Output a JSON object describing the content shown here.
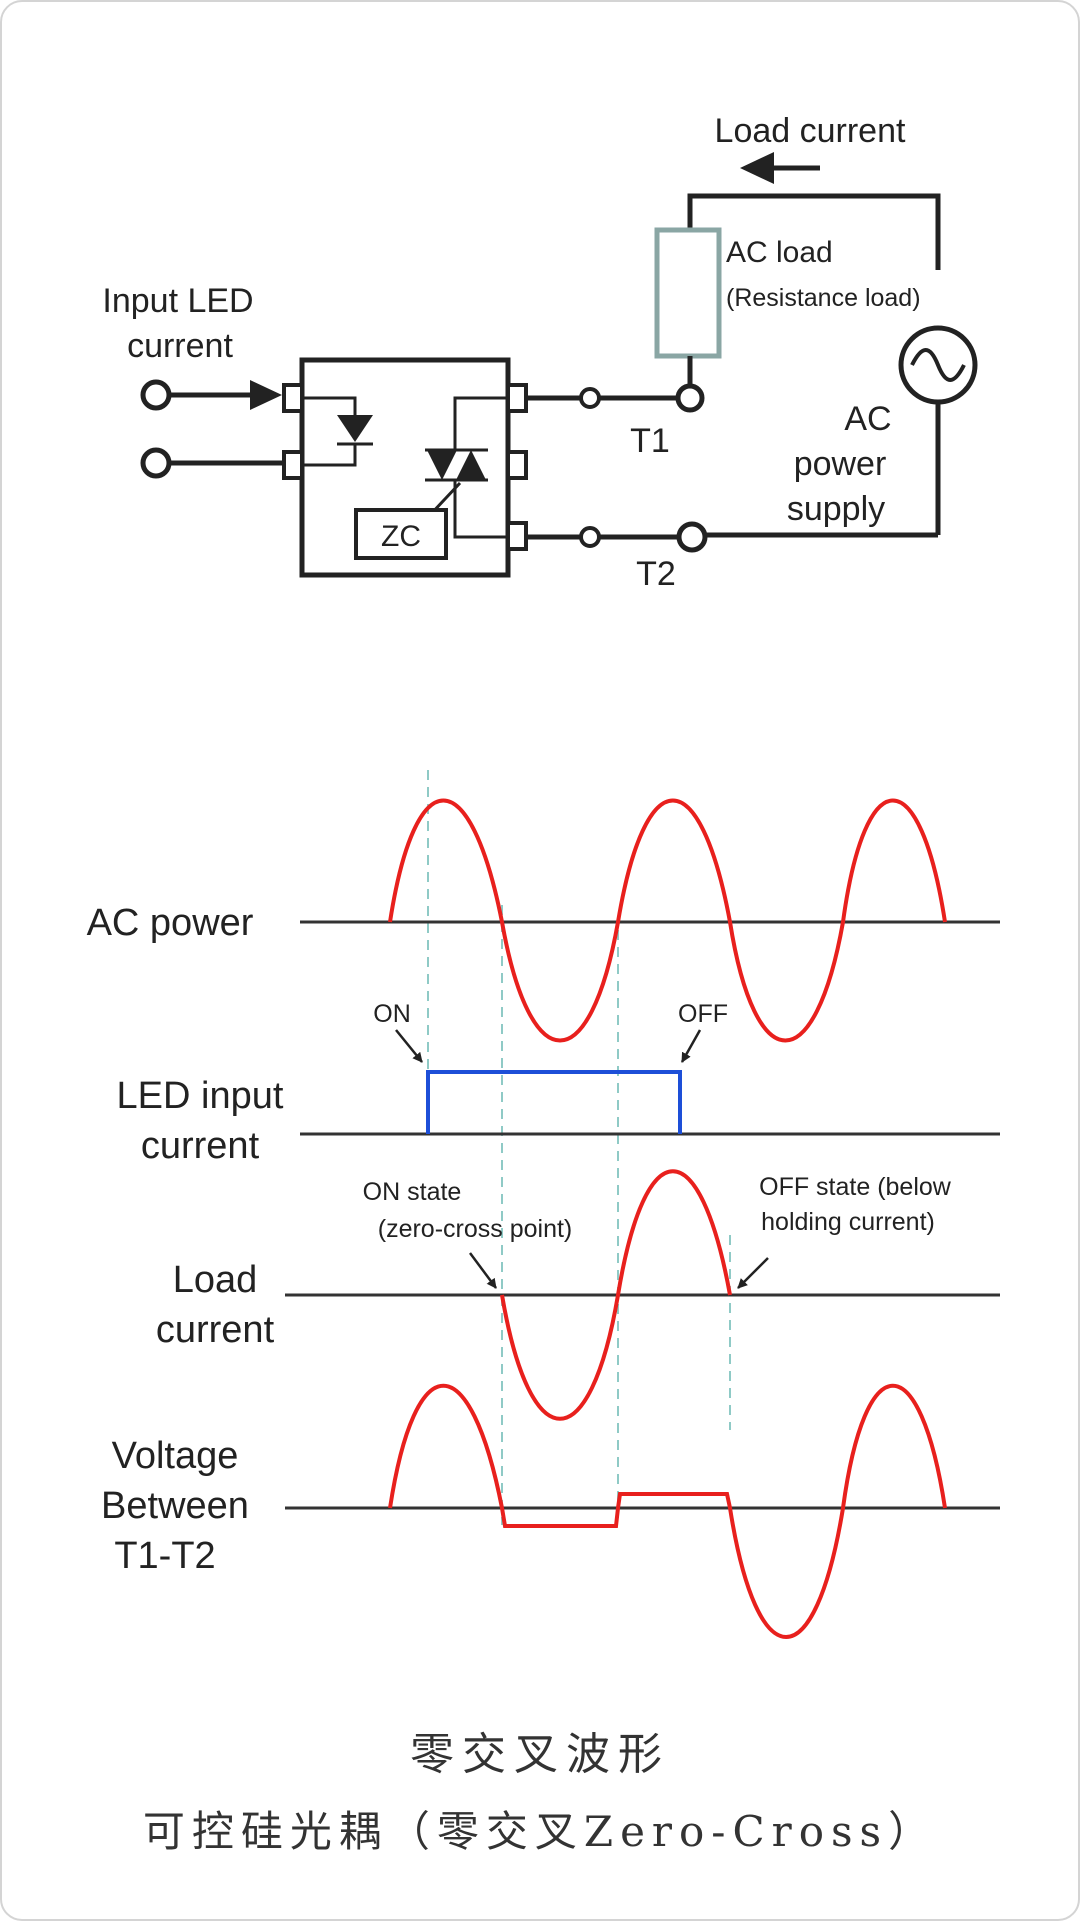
{
  "circuit": {
    "load_current": "Load current",
    "ac_load": "AC load",
    "resistance_load": "(Resistance load)",
    "input_led_line1": "Input LED",
    "input_led_line2": "current",
    "ac_line1": "AC",
    "ac_line2": "power",
    "ac_line3": "supply",
    "t1": "T1",
    "t2": "T2",
    "zc": "ZC"
  },
  "timing": {
    "ac_power": "AC power",
    "led_line1": "LED input",
    "led_line2": "current",
    "load_line1": "Load",
    "load_line2": "current",
    "volt_line1": "Voltage",
    "volt_line2": "Between",
    "volt_line3": "T1-T2",
    "on": "ON",
    "off": "OFF",
    "on_state_line1": "ON state",
    "on_state_line2": "(zero-cross point)",
    "off_state_line1": "OFF state (below",
    "off_state_line2": "holding current)"
  },
  "caption": {
    "line1": "零交叉波形",
    "line2": "可控硅光耦（零交叉Zero-Cross）"
  },
  "colors": {
    "wave": "#e8201d",
    "led": "#1d4fd8",
    "guide": "#8fcac6",
    "load_box": "#8aa6a4"
  }
}
